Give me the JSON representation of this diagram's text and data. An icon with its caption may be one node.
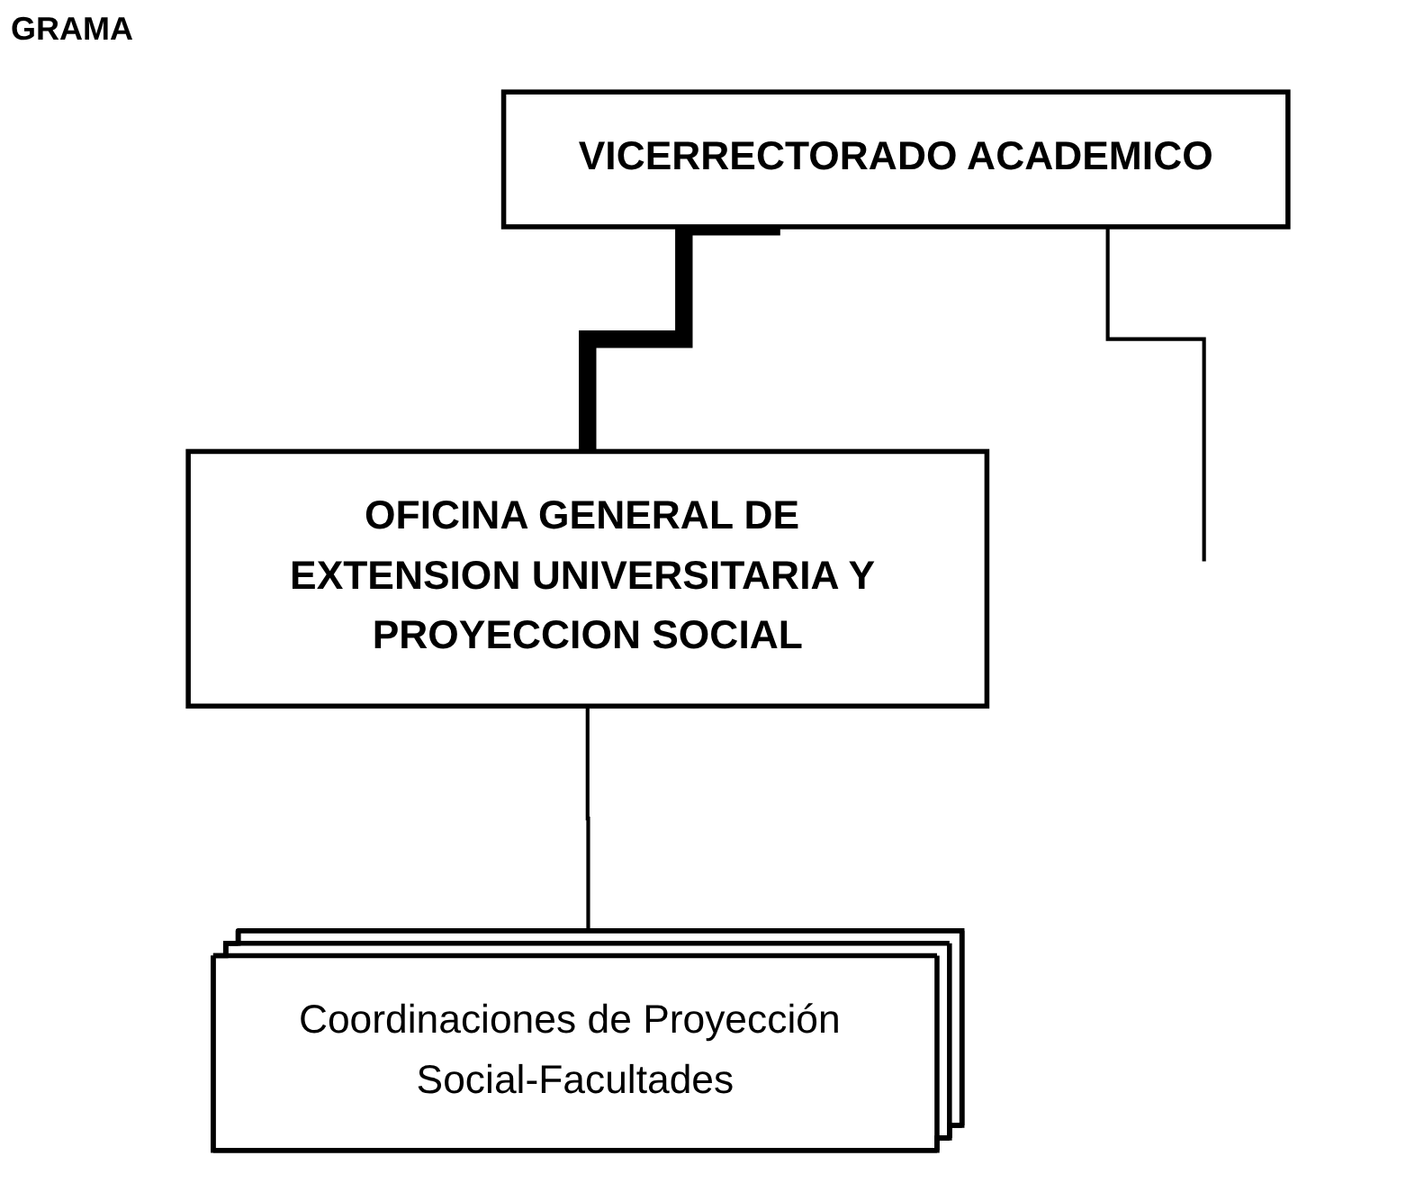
{
  "diagram": {
    "title": "GRAMA",
    "nodes": [
      {
        "text": [
          "VICERRECTORADO ACADEMICO"
        ]
      },
      {
        "text": [
          "OFICINA GENERAL DE EXTENSION UNIVERSITARIA Y PROYECCION SOCIAL"
        ]
      },
      {
        "text": [
          "Coordinaciones de Proyección Social-Facultades"
        ]
      }
    ],
    "edges": [
      {
        "from": 0,
        "to": 1,
        "arrow": "none",
        "style": "thick"
      },
      {
        "from": 0,
        "to": null,
        "arrow": "none"
      },
      {
        "from": 1,
        "to": 2,
        "arrow": "none"
      }
    ]
  }
}
